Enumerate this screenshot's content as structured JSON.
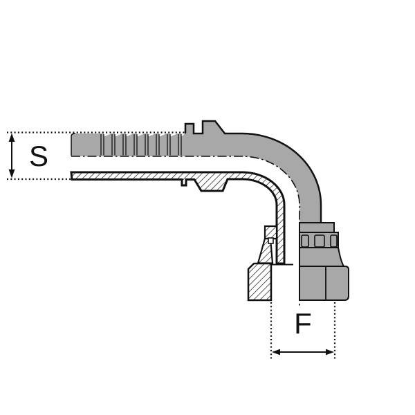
{
  "drawing": {
    "type": "technical-drawing",
    "subject": "90-degree elbow hydraulic hose fitting with barbed hose tail and female swivel nut, shown in half-section",
    "colors": {
      "body": "#a8a8a8",
      "outline": "#111111",
      "background": "#ffffff"
    }
  },
  "dimensions": {
    "s": {
      "label": "S",
      "orientation": "vertical",
      "measures": "hose tail outer diameter"
    },
    "f": {
      "label": "F",
      "orientation": "horizontal",
      "measures": "swivel nut thread diameter"
    }
  }
}
